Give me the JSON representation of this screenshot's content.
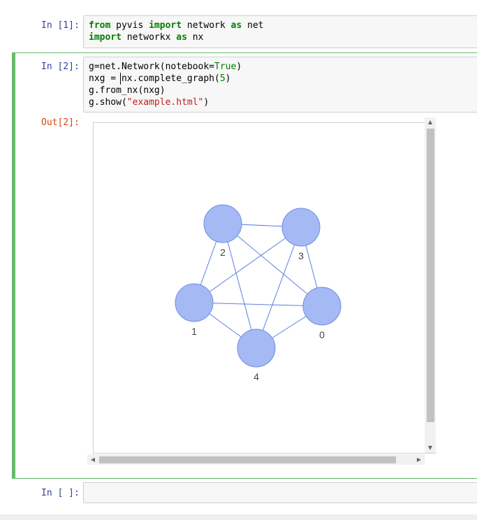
{
  "cells": [
    {
      "prompt": "In [1]:",
      "lines": [
        [
          {
            "t": "from",
            "c": "kw"
          },
          {
            "t": " pyvis ",
            "c": ""
          },
          {
            "t": "import",
            "c": "kw"
          },
          {
            "t": " network ",
            "c": ""
          },
          {
            "t": "as",
            "c": "kw"
          },
          {
            "t": " net",
            "c": ""
          }
        ],
        [
          {
            "t": "import",
            "c": "kw"
          },
          {
            "t": " networkx ",
            "c": ""
          },
          {
            "t": "as",
            "c": "kw"
          },
          {
            "t": " nx",
            "c": ""
          }
        ]
      ]
    },
    {
      "prompt": "In [2]:",
      "lines": [
        [
          {
            "t": "g=net.Network(notebook=",
            "c": ""
          },
          {
            "t": "True",
            "c": "kw2"
          },
          {
            "t": ")",
            "c": ""
          }
        ],
        [
          {
            "t": "nxg = nx.complete_graph(",
            "c": ""
          },
          {
            "t": "5",
            "c": "num"
          },
          {
            "t": ")",
            "c": ""
          }
        ],
        [
          {
            "t": "g.from_nx(nxg)",
            "c": ""
          }
        ],
        [
          {
            "t": "g.show(",
            "c": ""
          },
          {
            "t": "\"example.html\"",
            "c": "str"
          },
          {
            "t": ")",
            "c": ""
          }
        ]
      ]
    },
    {
      "prompt": "In [ ]:",
      "lines": []
    }
  ],
  "output": {
    "prompt": "Out[2]:",
    "graph": {
      "node_color": "#a5b9f4",
      "node_border": "#6f8fe0",
      "edge_color": "#5b7fe0",
      "nodes": [
        "0",
        "1",
        "2",
        "3",
        "4"
      ],
      "edges": [
        [
          "0",
          "1"
        ],
        [
          "0",
          "2"
        ],
        [
          "0",
          "3"
        ],
        [
          "0",
          "4"
        ],
        [
          "1",
          "2"
        ],
        [
          "1",
          "3"
        ],
        [
          "1",
          "4"
        ],
        [
          "2",
          "3"
        ],
        [
          "2",
          "4"
        ],
        [
          "3",
          "4"
        ]
      ]
    }
  },
  "scrollbars": {
    "up": "▲",
    "down": "▼",
    "left": "◀",
    "right": "▶"
  }
}
